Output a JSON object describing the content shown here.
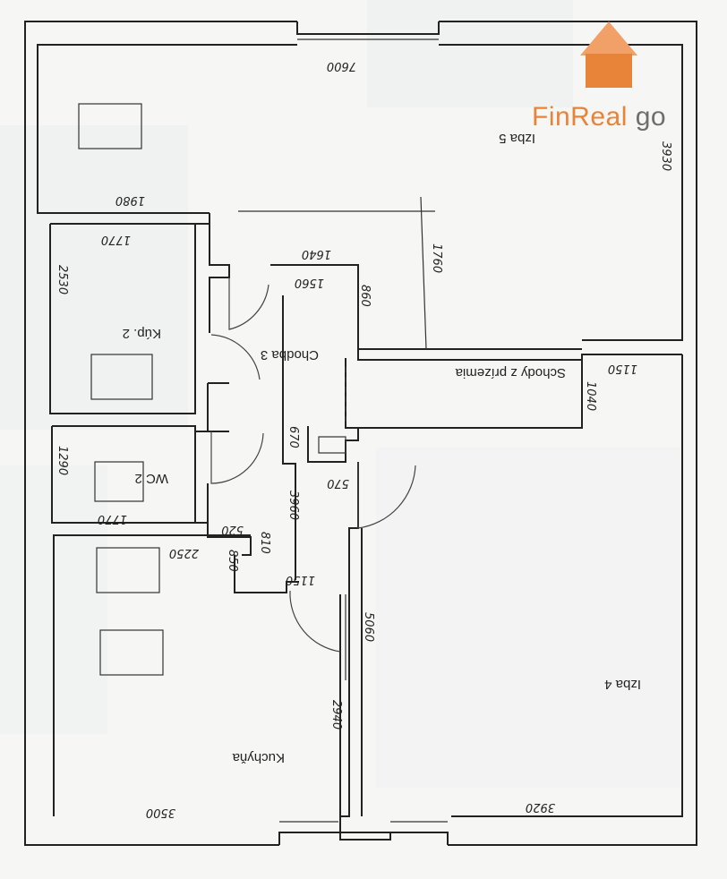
{
  "logo": {
    "part1": "FinReal",
    "part2": " go",
    "orange": "#e8833a",
    "gray": "#6e6e6e"
  },
  "rooms": [
    {
      "name": "Izba 5"
    },
    {
      "name": "Kúp. 2"
    },
    {
      "name": "Chodba 3"
    },
    {
      "name": "Schody z prízemia"
    },
    {
      "name": "WC 2"
    },
    {
      "name": "Izba 4"
    },
    {
      "name": "Kuchyňa"
    }
  ],
  "dimensions": [
    "7600",
    "1980",
    "3930",
    "1770",
    "2530",
    "1640",
    "1560",
    "860",
    "1760",
    "1150",
    "1040",
    "670",
    "1290",
    "1770",
    "520",
    "3960",
    "570",
    "2250",
    "850",
    "810",
    "1150",
    "5060",
    "2940",
    "3500",
    "3920"
  ],
  "icons": [
    "house-logo-icon"
  ]
}
